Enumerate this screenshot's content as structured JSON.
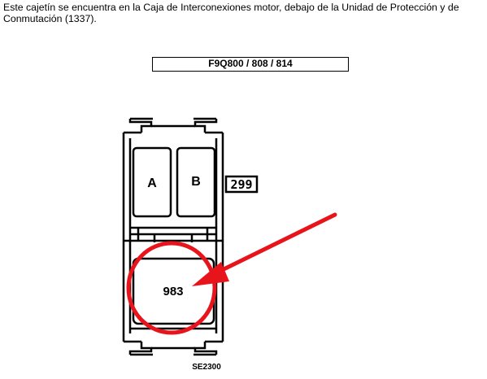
{
  "intro_text": "Este cajetín se encuentra en la Caja de Interconexiones motor, debajo de la Unidad de Protección y de Conmutación (1337).",
  "model_label": "F9Q800 / 808 / 814",
  "fuse_a_label": "A",
  "fuse_b_label": "B",
  "connector_number": "299",
  "relay_number": "983",
  "figure_code": "SE2300",
  "colors": {
    "line": "#000000",
    "highlight": "#e8141b",
    "background": "#ffffff"
  }
}
